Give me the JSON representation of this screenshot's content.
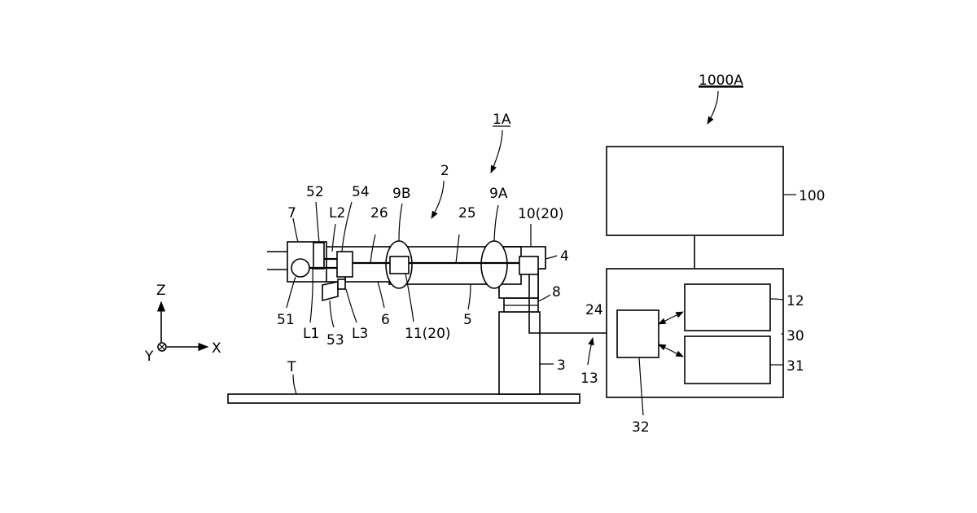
{
  "labels": {
    "system": "1000A",
    "robot": "1A",
    "arm": "2",
    "base": "3",
    "shoulder": "4",
    "upper_arm": "5",
    "forearm": "6",
    "hand": "7",
    "turntable": "8",
    "joint_9a": "9A",
    "joint_9b": "9B",
    "sensor_10": "10(20)",
    "sensor_11": "11(20)",
    "storage": "12",
    "connector": "13",
    "cable_24": "24",
    "cable_25": "25",
    "cable_26": "26",
    "controller": "30",
    "unit_31": "31",
    "unit_32": "32",
    "computer": "100",
    "part_51": "51",
    "part_52": "52",
    "part_53": "53",
    "part_54": "54",
    "line_l1": "L1",
    "line_l2": "L2",
    "line_l3": "L3",
    "table": "T",
    "axis_x": "X",
    "axis_y": "Y",
    "axis_z": "Z"
  }
}
